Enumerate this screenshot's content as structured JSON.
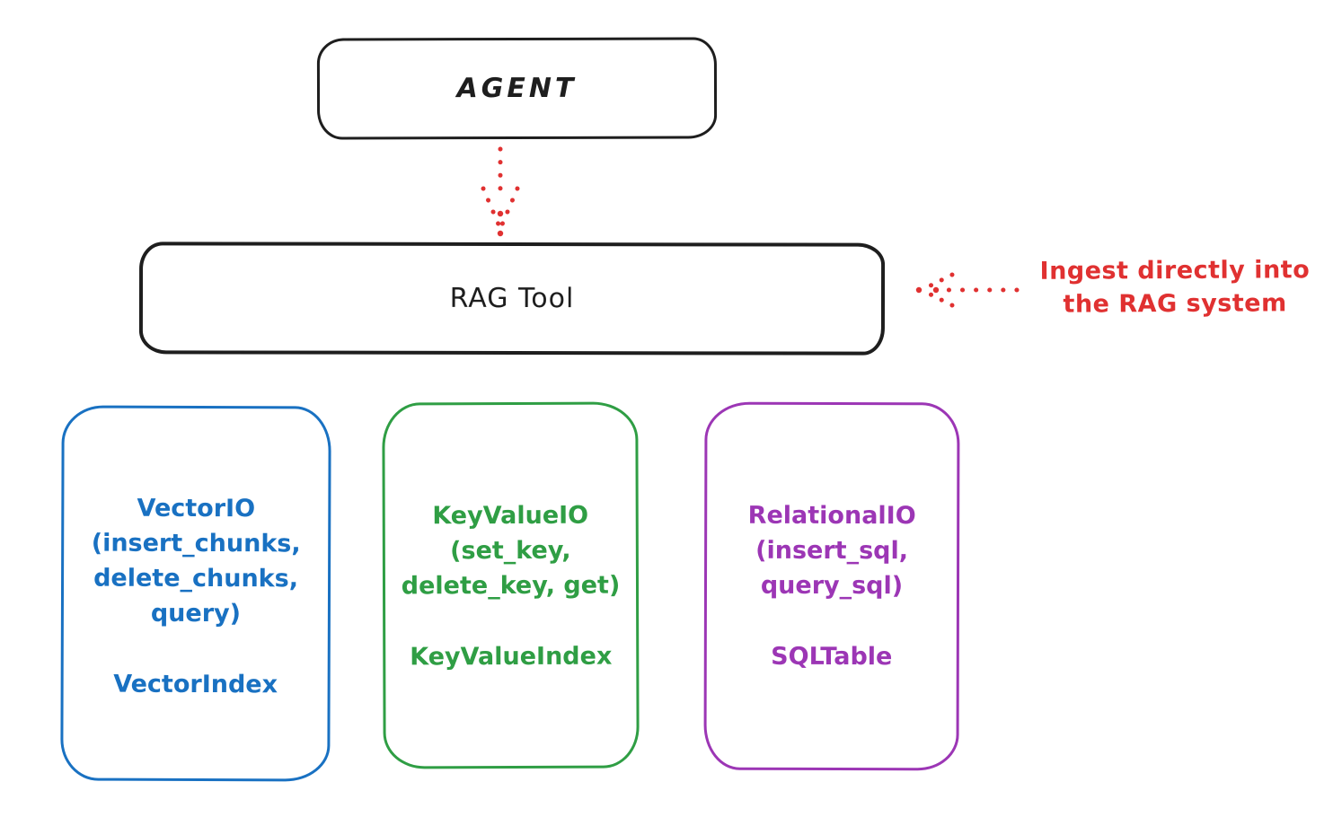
{
  "diagram": {
    "agent": {
      "label": "AGENT"
    },
    "rag_tool": {
      "label": "RAG Tool"
    },
    "annotation": {
      "line1": "Ingest directly into",
      "line2": "the RAG system"
    },
    "stores": [
      {
        "name": "vector-store",
        "lines": [
          "VectorIO",
          "(insert_chunks,",
          "delete_chunks,",
          "query)"
        ],
        "index_label": "VectorIndex",
        "color": "#1971c2"
      },
      {
        "name": "keyvalue-store",
        "lines": [
          "KeyValueIO",
          "(set_key,",
          "delete_key, get)"
        ],
        "index_label": "KeyValueIndex",
        "color": "#2f9e44"
      },
      {
        "name": "relational-store",
        "lines": [
          "RelationalIO",
          "(insert_sql,",
          "query_sql)"
        ],
        "index_label": "SQLTable",
        "color": "#9c36b5"
      }
    ],
    "connectors": [
      {
        "name": "agent-to-ragtool-arrow",
        "style": "dotted",
        "direction": "down",
        "color": "#e03131"
      },
      {
        "name": "annotation-to-ragtool-arrow",
        "style": "dotted",
        "direction": "left",
        "color": "#e03131"
      }
    ],
    "colors": {
      "ink": "#1e1e1e",
      "red": "#e03131",
      "blue": "#1971c2",
      "green": "#2f9e44",
      "purple": "#9c36b5",
      "background": "#ffffff"
    }
  }
}
